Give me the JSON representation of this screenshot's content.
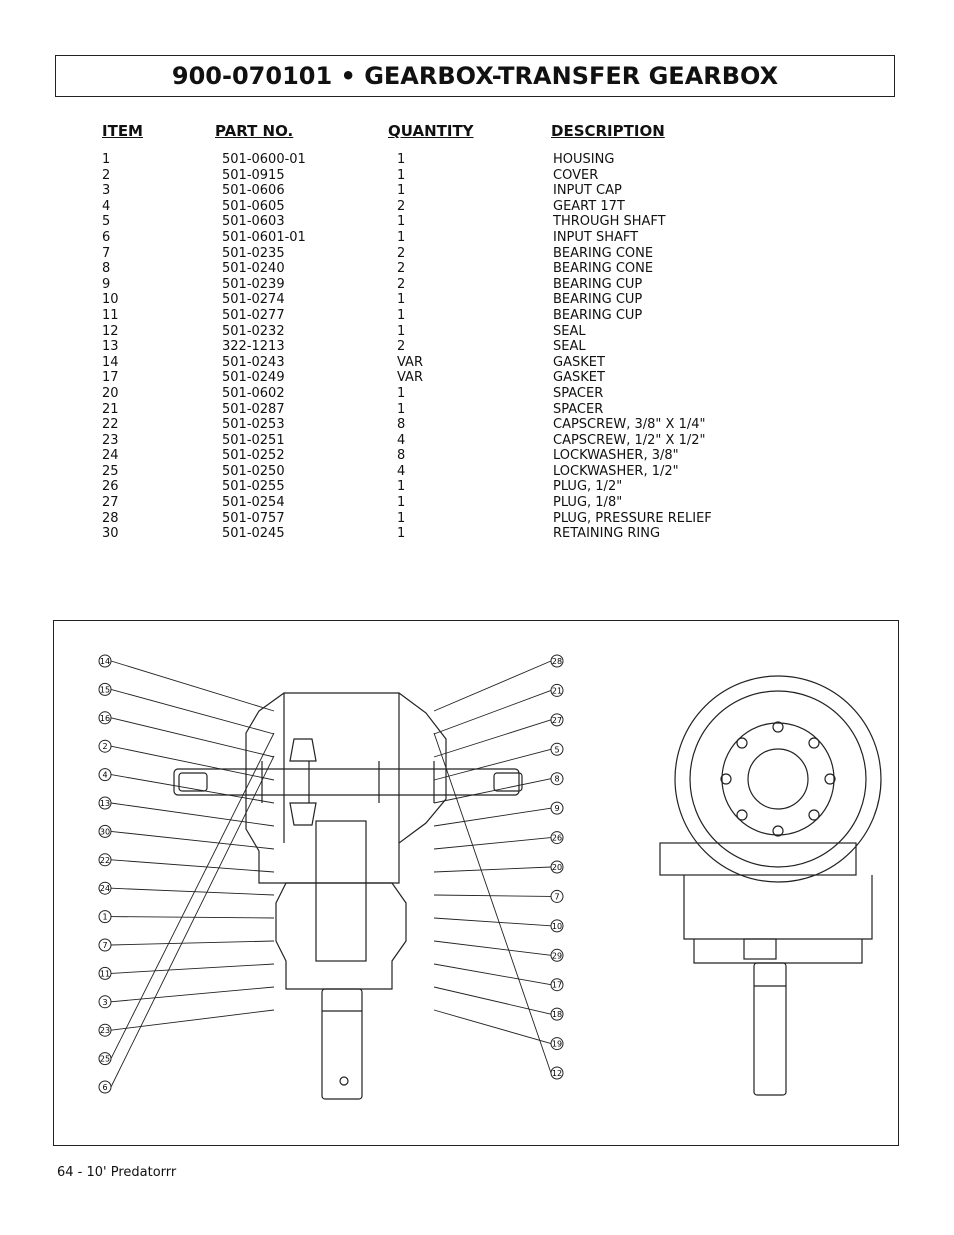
{
  "title": "900-070101 • GEARBOX-TRANSFER GEARBOX",
  "headers": {
    "item": "ITEM",
    "part_no": "PART NO.",
    "quantity": "QUANTITY",
    "description": "DESCRIPTION"
  },
  "parts": [
    {
      "item": "1",
      "part": "501-0600-01",
      "qty": "1",
      "desc": "HOUSING"
    },
    {
      "item": "2",
      "part": "501-0915",
      "qty": "1",
      "desc": "COVER"
    },
    {
      "item": "3",
      "part": "501-0606",
      "qty": "1",
      "desc": "INPUT CAP"
    },
    {
      "item": "4",
      "part": "501-0605",
      "qty": "2",
      "desc": "GEART 17T"
    },
    {
      "item": "5",
      "part": "501-0603",
      "qty": "1",
      "desc": "THROUGH SHAFT"
    },
    {
      "item": "6",
      "part": "501-0601-01",
      "qty": "1",
      "desc": "INPUT SHAFT"
    },
    {
      "item": "7",
      "part": "501-0235",
      "qty": "2",
      "desc": "BEARING CONE"
    },
    {
      "item": "8",
      "part": "501-0240",
      "qty": "2",
      "desc": "BEARING CONE"
    },
    {
      "item": "9",
      "part": "501-0239",
      "qty": "2",
      "desc": "BEARING CUP"
    },
    {
      "item": "10",
      "part": "501-0274",
      "qty": "1",
      "desc": "BEARING CUP"
    },
    {
      "item": "11",
      "part": "501-0277",
      "qty": "1",
      "desc": "BEARING CUP"
    },
    {
      "item": "12",
      "part": "501-0232",
      "qty": "1",
      "desc": "SEAL"
    },
    {
      "item": "13",
      "part": "322-1213",
      "qty": "2",
      "desc": "SEAL"
    },
    {
      "item": "14",
      "part": "501-0243",
      "qty": "VAR",
      "desc": "GASKET"
    },
    {
      "item": "17",
      "part": "501-0249",
      "qty": "VAR",
      "desc": "GASKET"
    },
    {
      "item": "20",
      "part": "501-0602",
      "qty": "1",
      "desc": "SPACER"
    },
    {
      "item": "21",
      "part": "501-0287",
      "qty": "1",
      "desc": "SPACER"
    },
    {
      "item": "22",
      "part": "501-0253",
      "qty": "8",
      "desc": "CAPSCREW, 3/8\" X 1/4\""
    },
    {
      "item": "23",
      "part": "501-0251",
      "qty": "4",
      "desc": "CAPSCREW, 1/2\" X 1/2\""
    },
    {
      "item": "24",
      "part": "501-0252",
      "qty": "8",
      "desc": "LOCKWASHER, 3/8\""
    },
    {
      "item": "25",
      "part": "501-0250",
      "qty": "4",
      "desc": "LOCKWASHER, 1/2\""
    },
    {
      "item": "26",
      "part": "501-0255",
      "qty": "1",
      "desc": "PLUG, 1/2\""
    },
    {
      "item": "27",
      "part": "501-0254",
      "qty": "1",
      "desc": "PLUG, 1/8\""
    },
    {
      "item": "28",
      "part": "501-0757",
      "qty": "1",
      "desc": "PLUG, PRESSURE RELIEF"
    },
    {
      "item": "30",
      "part": "501-0245",
      "qty": "1",
      "desc": "RETAINING RING"
    }
  ],
  "callouts_left": [
    "14",
    "15",
    "16",
    "2",
    "4",
    "13",
    "30",
    "22",
    "24",
    "1",
    "7",
    "11",
    "3",
    "23",
    "25",
    "6"
  ],
  "callouts_right": [
    "28",
    "21",
    "27",
    "5",
    "8",
    "9",
    "26",
    "20",
    "7",
    "10",
    "29",
    "17",
    "18",
    "19",
    "12"
  ],
  "footer": "64 - 10' Predatorrr"
}
